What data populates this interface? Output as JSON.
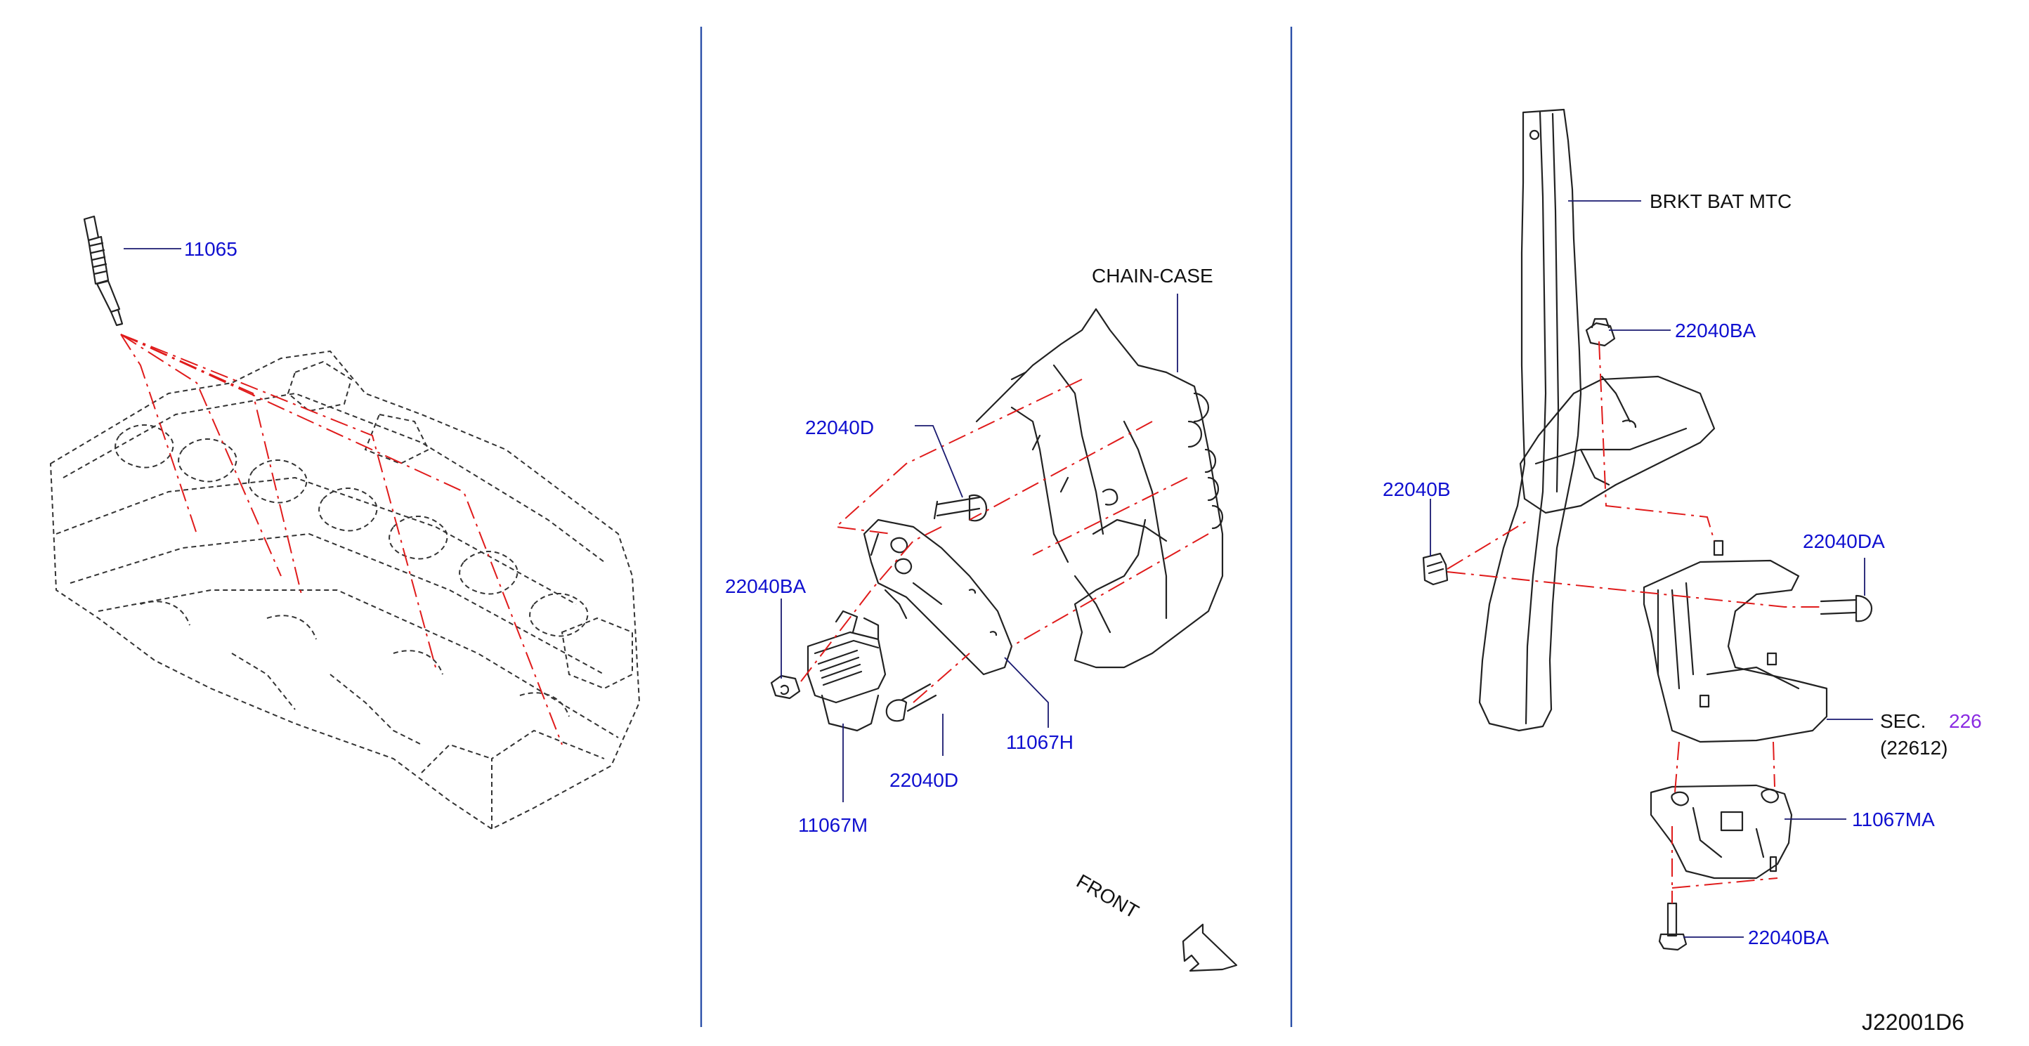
{
  "labels": {
    "p11065": "11065",
    "chain_case": "CHAIN-CASE",
    "p22040d_top": "22040D",
    "p22040ba_left": "22040BA",
    "p11067h": "11067H",
    "p22040d_bottom": "22040D",
    "p11067m": "11067M",
    "front": "FRONT",
    "brkt_bat_mtc": "BRKT   BAT   MTC",
    "p22040ba_top": "22040BA",
    "p22040b": "22040B",
    "p22040da": "22040DA",
    "sec": "SEC.",
    "sec_num": "226",
    "sec_sub": "(22612)",
    "p11067ma": "11067MA",
    "p22040ba_bottom": "22040BA",
    "diagram_id": "J22001D6"
  },
  "colors": {
    "part_number": "#1010d0",
    "callout_text": "#111111",
    "section_ref": "#8a2be2",
    "reference_line": "#e01b1b",
    "divider": "#2a4fa8"
  }
}
